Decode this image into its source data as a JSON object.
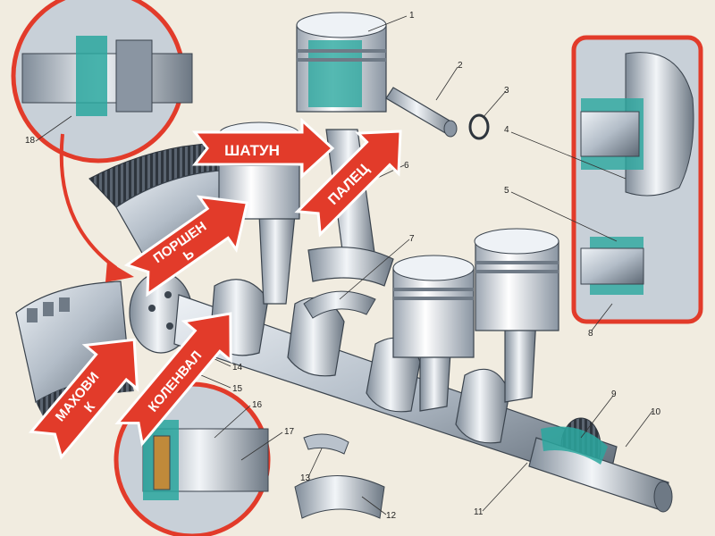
{
  "colors": {
    "background": "#f1ece0",
    "callout_red": "#e23b2a",
    "steel_light": "#d9dfe6",
    "steel_mid": "#9aa6b3",
    "steel_dark": "#4f5a66",
    "cutaway_teal": "#2aa79f",
    "gear_dark": "#38414b",
    "label_text": "#ffffff"
  },
  "callouts": {
    "shatun": "ШАТУН",
    "palets": "ПАЛЕЦ",
    "porshen_line1": "ПОРШЕН",
    "porshen_line2": "Ь",
    "kolenval": "КОЛЕНВАЛ",
    "makhovik_line1": "МАХОВИ",
    "makhovik_line2": "К"
  },
  "part_numbers": {
    "n1": "1",
    "n2": "2",
    "n3": "3",
    "n4": "4",
    "n5": "5",
    "n6": "6",
    "n7": "7",
    "n8": "8",
    "n9": "9",
    "n10": "10",
    "n11": "11",
    "n12": "12",
    "n13": "13",
    "n14": "14",
    "n15": "15",
    "n16": "16",
    "n17": "17",
    "n18": "18"
  },
  "icons": {
    "arrow": "arrow-icon"
  }
}
